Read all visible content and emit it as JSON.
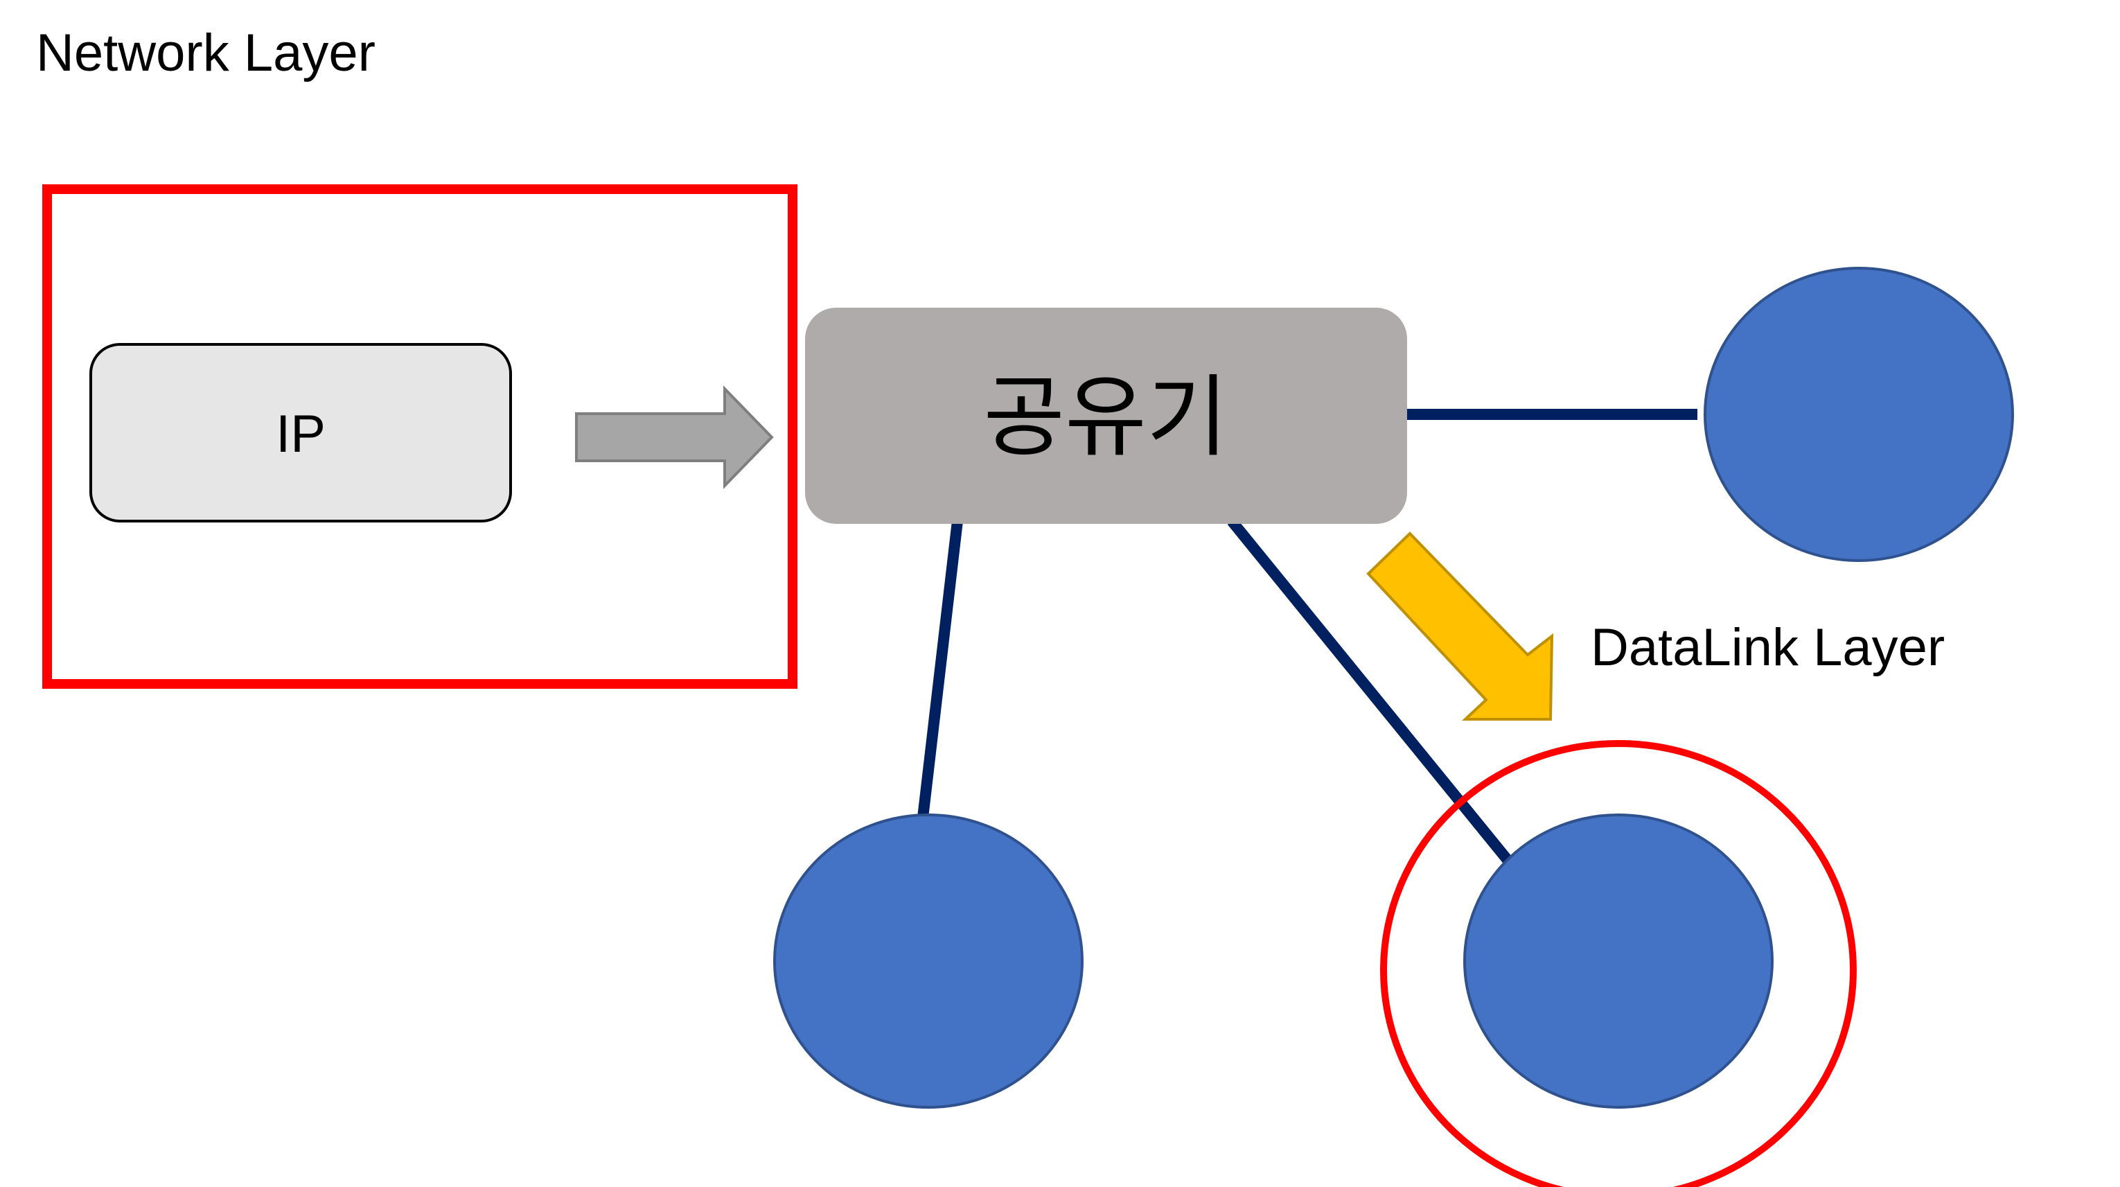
{
  "labels": {
    "network_layer": "Network Layer",
    "datalink_layer": "DataLink Layer",
    "ip_box": "IP",
    "router": "공유기"
  },
  "colors": {
    "highlight_red": "#ff0000",
    "ip_box_fill": "#e6e6e6",
    "router_fill": "#aeabaa",
    "node_fill": "#4472c4",
    "node_stroke": "#2f528f",
    "link_line": "#002060",
    "gray_arrow_fill": "#a6a6a6",
    "gray_arrow_stroke": "#7f7f7f",
    "yellow_arrow_fill": "#ffc000",
    "yellow_arrow_stroke": "#bf9000"
  },
  "icons": {
    "gray_arrow": "right-arrow-icon",
    "yellow_arrow": "down-right-arrow-icon"
  }
}
